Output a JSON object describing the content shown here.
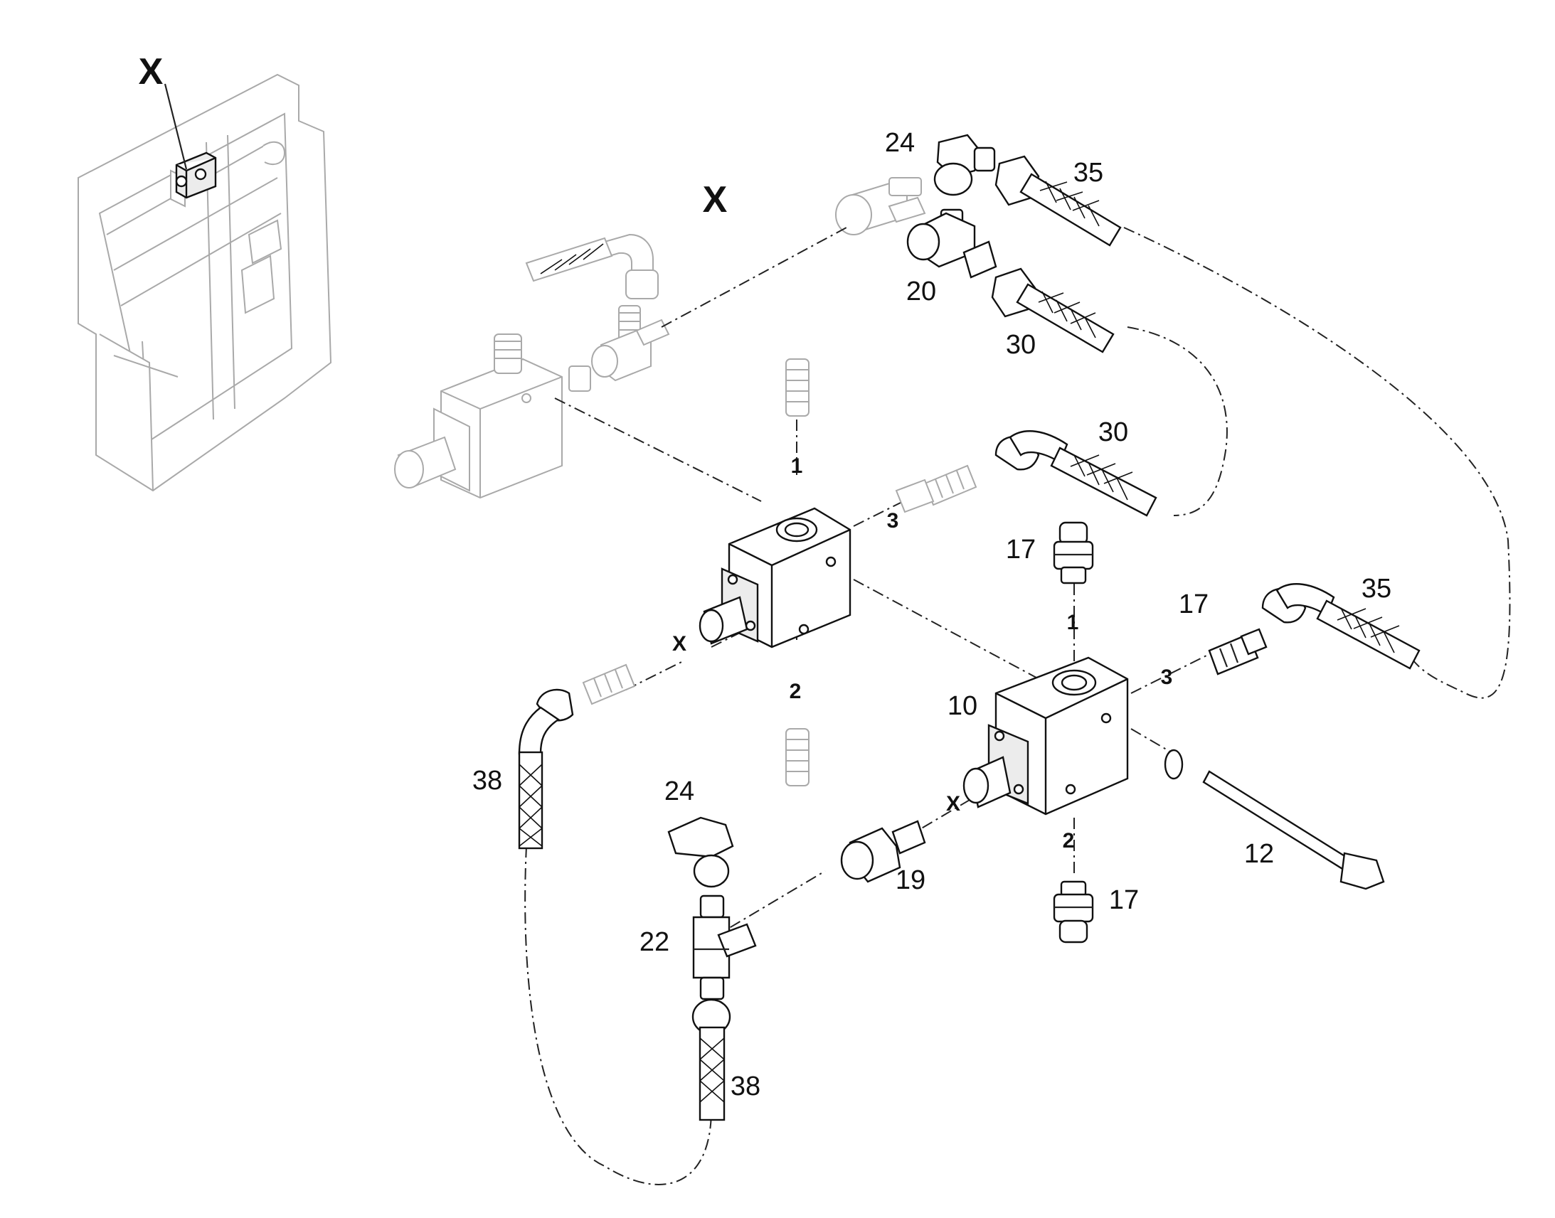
{
  "labels": {
    "view_marker_thumbnail": "X",
    "view_marker_detail": "X",
    "p24_top": "24",
    "p35_top": "35",
    "p20": "20",
    "p30_top": "30",
    "p30_mid": "30",
    "p17_mid": "17",
    "p17_right": "17",
    "p35_right": "35",
    "p10": "10",
    "p38_left": "38",
    "p24_bottom": "24",
    "p19": "19",
    "p22": "22",
    "p38_bottom": "38",
    "p12": "12",
    "p17_bottom": "17"
  },
  "ports": {
    "mid_1": "1",
    "mid_2": "2",
    "mid_3": "3",
    "mid_x": "X",
    "right_1": "1",
    "right_2": "2",
    "right_3": "3",
    "right_x": "X"
  },
  "colors": {
    "line": "#111111",
    "ghost": "#a9a9a9",
    "background": "#ffffff"
  }
}
